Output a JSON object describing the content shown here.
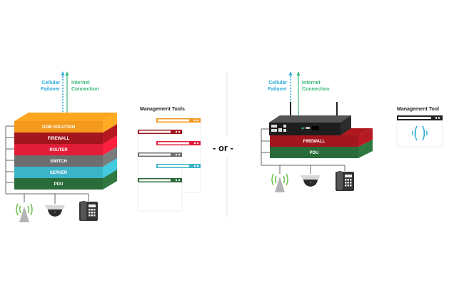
{
  "left": {
    "uplink": {
      "cellular_label_line1": "Cellular",
      "cellular_label_line2": "Failover",
      "internet_label_line1": "Internet",
      "internet_label_line2": "Connection"
    },
    "stack": [
      {
        "label": "OOB SOLUTION",
        "color": "#f39a1e"
      },
      {
        "label": "FIREWALL",
        "color": "#a3161e"
      },
      {
        "label": "ROUTER",
        "color": "#e21d38"
      },
      {
        "label": "SWITCH",
        "color": "#6d6e70"
      },
      {
        "label": "SERVER",
        "color": "#3cb4c8"
      },
      {
        "label": "PDU",
        "color": "#2a6b3a"
      }
    ],
    "devices": [
      "wireless-access-point",
      "security-camera",
      "desk-phone"
    ],
    "management": {
      "title": "Management Tools",
      "windows": [
        {
          "color": "#f39a1e"
        },
        {
          "color": "#a3161e"
        },
        {
          "color": "#e21d38"
        },
        {
          "color": "#6d6e70"
        },
        {
          "color": "#3cb4c8"
        },
        {
          "color": "#2a6b3a"
        }
      ]
    }
  },
  "separator": {
    "text": "- or -"
  },
  "right": {
    "uplink": {
      "cellular_label_line1": "Cellular",
      "cellular_label_line2": "Failover",
      "internet_label_line1": "Internet",
      "internet_label_line2": "Connection"
    },
    "appliance": "console-server-device",
    "stack": [
      {
        "label": "FIREWALL",
        "color": "#a3161e"
      },
      {
        "label": "PDU",
        "color": "#2a6b3a"
      }
    ],
    "devices": [
      "wireless-access-point",
      "security-camera",
      "desk-phone"
    ],
    "management": {
      "title": "Management Tool",
      "window_color": "#222222",
      "logo_color": "#29a8d8"
    }
  }
}
